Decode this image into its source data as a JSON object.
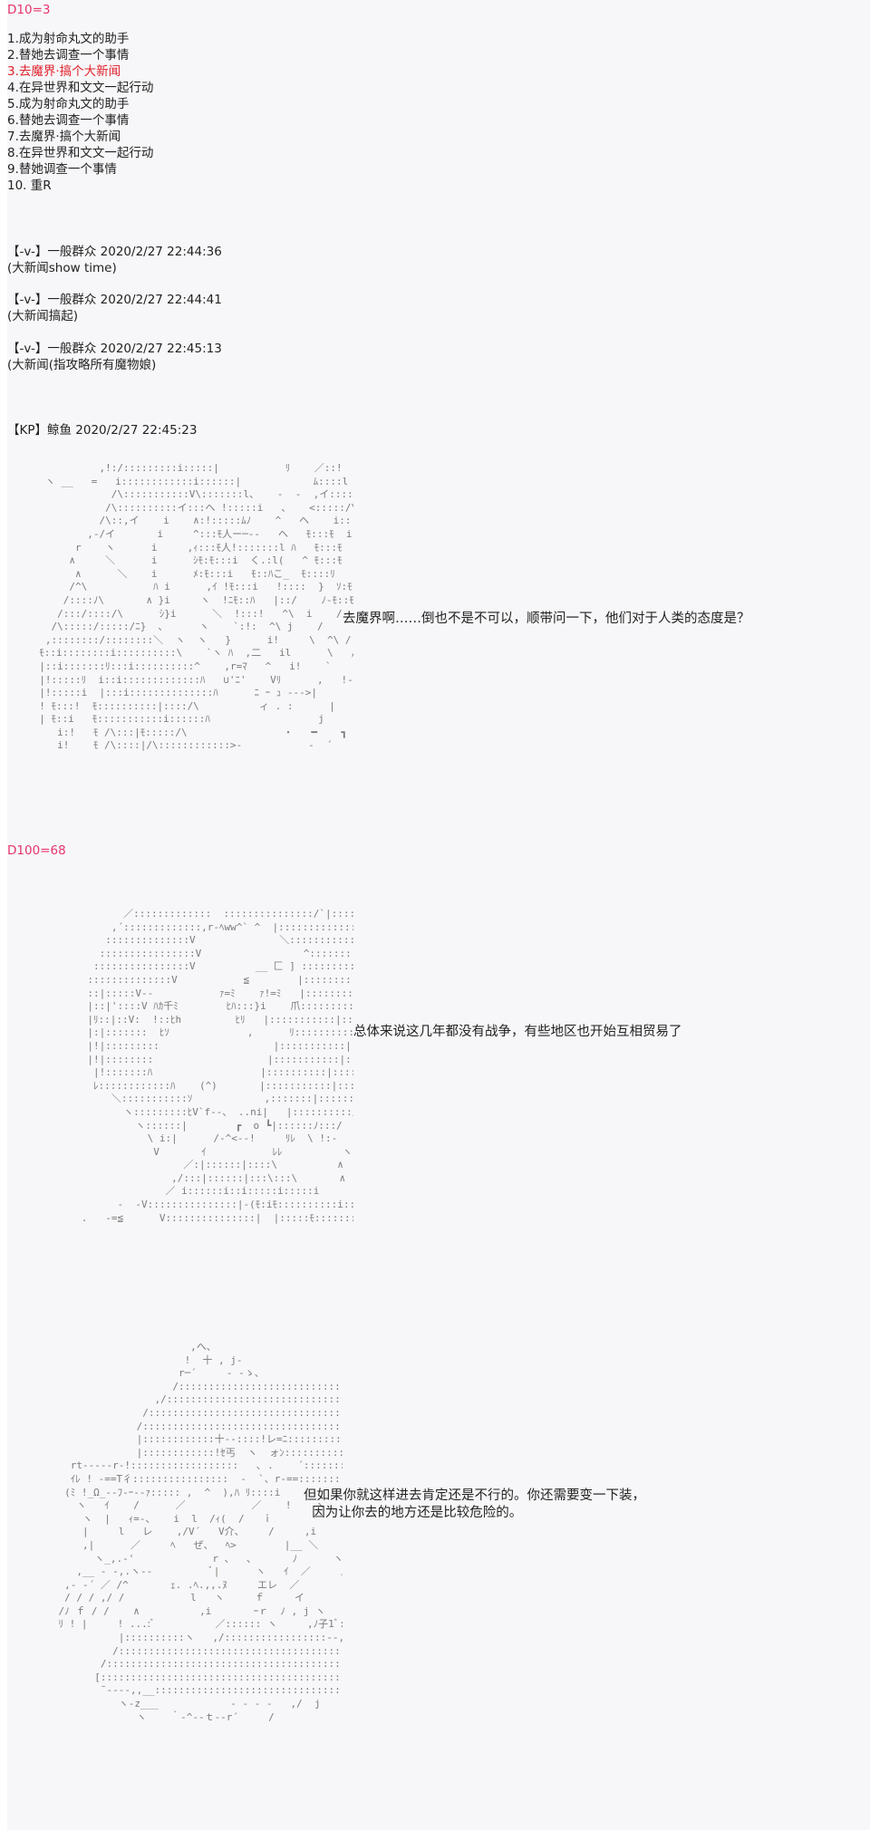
{
  "header": {
    "roll1": "D10=3"
  },
  "options": [
    "1.成为射命丸文的助手",
    "2.替她去调查一个事情",
    "3.去魔界·搞个大新闻",
    "4.在异世界和文文一起行动",
    "5.成为射命丸文的助手",
    "6.替她去调查一个事情",
    "7.去魔界·搞个大新闻",
    "8.在异世界和文文一起行动",
    "9.替她调查一个事情",
    "10. 重R"
  ],
  "selected_option_index": 2,
  "comments": [
    {
      "header": "【-v-】一般群众 2020/2/27 22:44:36",
      "body": "(大新闻show time)"
    },
    {
      "header": "【-v-】一般群众 2020/2/27 22:44:41",
      "body": "(大新闻搞起)"
    },
    {
      "header": "【-v-】一般群众 2020/2/27 22:45:13",
      "body": "(大新闻(指攻略所有魔物娘)"
    }
  ],
  "kp_header": "【KP】鲸鱼 2020/2/27 22:45:23",
  "speech1": "去魔界啊……倒也不是不可以，顺带问一下，他们对于人类的态度是？",
  "roll2": "D100=68",
  "speech2": "总体来说这几年都没有战争，有些地区也开始互相贸易了",
  "speech3": "但如果你就这样进去肯定还是不行的。你还需要变一下装，\n  因为让你去的地方还是比较危险的。",
  "colors": {
    "roll": "#e8336b",
    "highlight": "#e0202a",
    "text": "#222222",
    "ascii_art": "#7a7a7a",
    "background": "#f7f7f9"
  }
}
